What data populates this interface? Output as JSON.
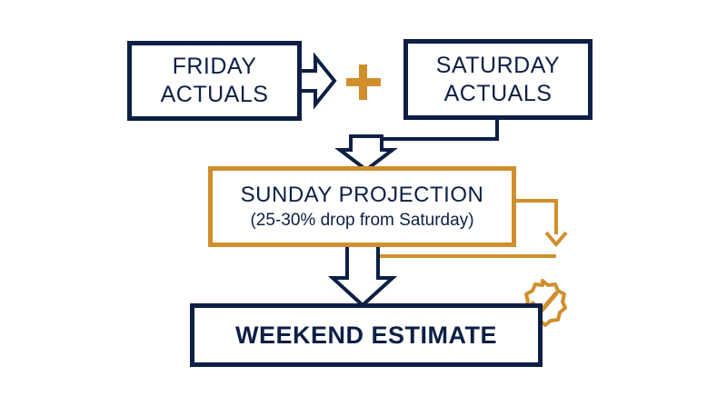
{
  "diagram": {
    "friday": {
      "line1": "FRIDAY",
      "line2": "ACTUALS"
    },
    "saturday": {
      "line1": "SATURDAY",
      "line2": "ACTUALS"
    },
    "sunday": {
      "title": "SUNDAY PROJECTION",
      "subtitle": "(25-30% drop from Saturday)"
    },
    "weekend": {
      "label": "WEEKEND ESTIMATE"
    }
  },
  "colors": {
    "navy": "#0d1f45",
    "gold": "#d08f2c",
    "background": "#ffffff"
  },
  "icons": {
    "plus": "plus-icon",
    "check_badge": "check-badge-icon"
  }
}
